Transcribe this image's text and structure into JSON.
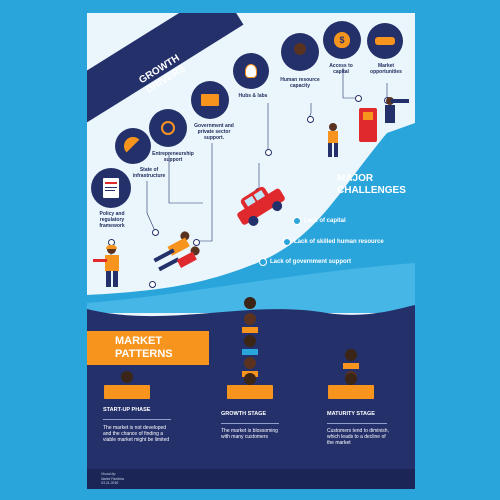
{
  "growth_drivers": {
    "title_line1": "GROWTH",
    "title_line2": "DRIVERS",
    "items": [
      {
        "label": "Policy and regulatory framework",
        "icon": "policy-document-icon"
      },
      {
        "label": "State of infrastructure",
        "icon": "satellite-dish-icon"
      },
      {
        "label": "Entrepreneurship support",
        "icon": "lightbulb-hand-icon"
      },
      {
        "label": "Government and private sector support.",
        "icon": "briefcase-icon"
      },
      {
        "label": "Hubs & labs",
        "icon": "lightbulb-icon"
      },
      {
        "label": "Human resource capacity",
        "icon": "person-icon"
      },
      {
        "label": "Access to capital",
        "icon": "money-bag-icon"
      },
      {
        "label": "Market opportunities",
        "icon": "handshake-icon"
      }
    ]
  },
  "major_challenges": {
    "title_line1": "MAJOR",
    "title_line2": "CHALLENGES",
    "items": [
      "Lack of capital",
      "Lack of skilled human resource",
      "Lack of government support"
    ]
  },
  "market_patterns": {
    "title_line1": "MARKET",
    "title_line2": "PATTERNS",
    "stages": [
      {
        "title": "START-UP PHASE",
        "description": "The market is not developed and the chance of finding a viable market might be limited"
      },
      {
        "title": "GROWTH STAGE",
        "description": "The market is blossoming with many customers"
      },
      {
        "title": "MATURITY STAGE",
        "description": "Customers tend to diminish, which leads to a decline of the market"
      }
    ]
  },
  "footer": {
    "line1": "Visual by:",
    "line2": "Nahid Faridnia",
    "line3": "03.11.2018"
  },
  "colors": {
    "navy": "#24306a",
    "sky": "#2aa5dc",
    "orange": "#f7941d",
    "red": "#e0292c"
  }
}
